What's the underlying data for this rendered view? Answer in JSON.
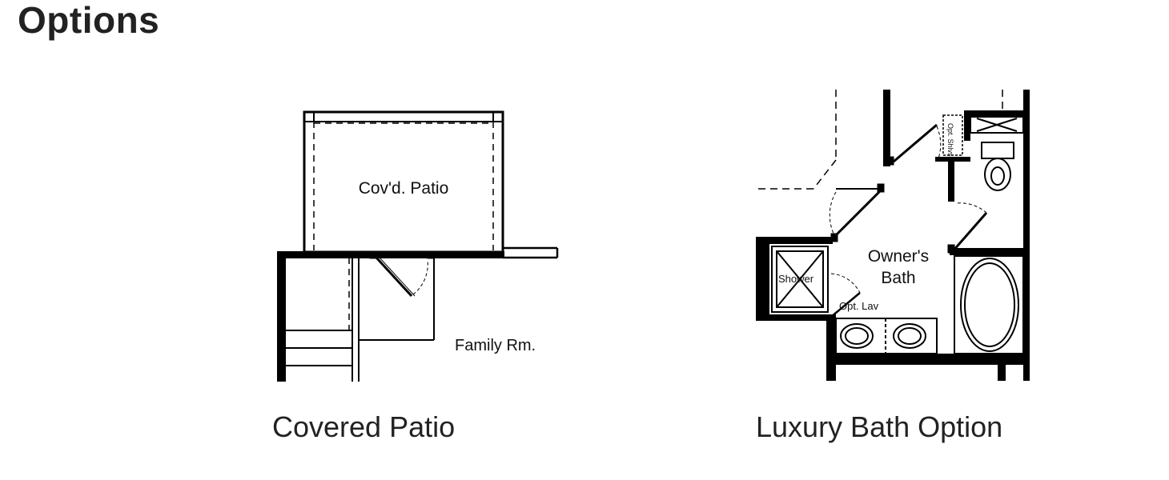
{
  "page": {
    "heading": "Options"
  },
  "options": [
    {
      "caption": "Covered Patio",
      "labels": {
        "room": "Cov'd. Patio",
        "adjacent": "Family Rm."
      }
    },
    {
      "caption": "Luxury Bath Option",
      "labels": {
        "room_line1": "Owner's",
        "room_line2": "Bath",
        "shower": "Shower",
        "opt_lav": "Opt. Lav",
        "opt_shlvs": "Opt. Shlvs."
      }
    }
  ]
}
